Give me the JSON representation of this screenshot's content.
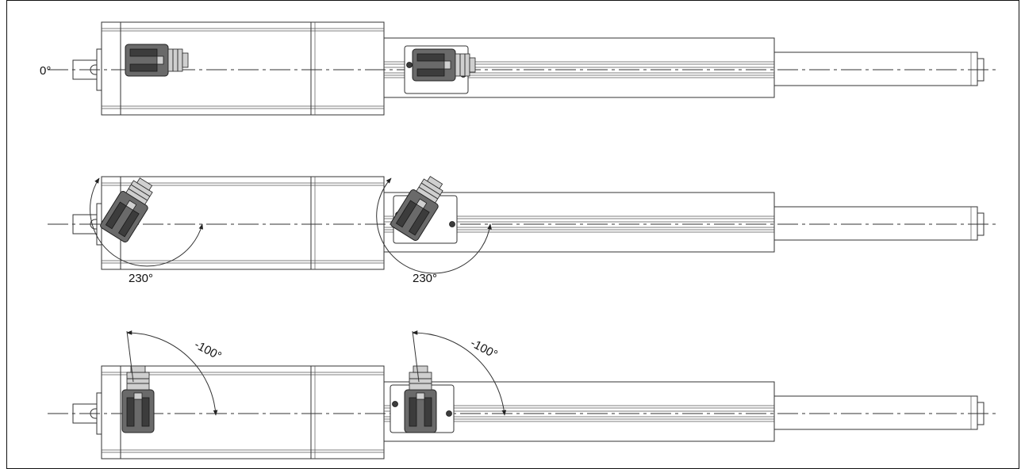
{
  "drawing": {
    "views": [
      {
        "id": "view-0",
        "angle_label": "0°"
      },
      {
        "id": "view-230",
        "angle_label": "230°"
      },
      {
        "id": "view-neg100",
        "angle_label": "-100°"
      }
    ]
  },
  "colors": {
    "line": "#333333",
    "connector": "#6a6a6a",
    "background": "#ffffff"
  }
}
